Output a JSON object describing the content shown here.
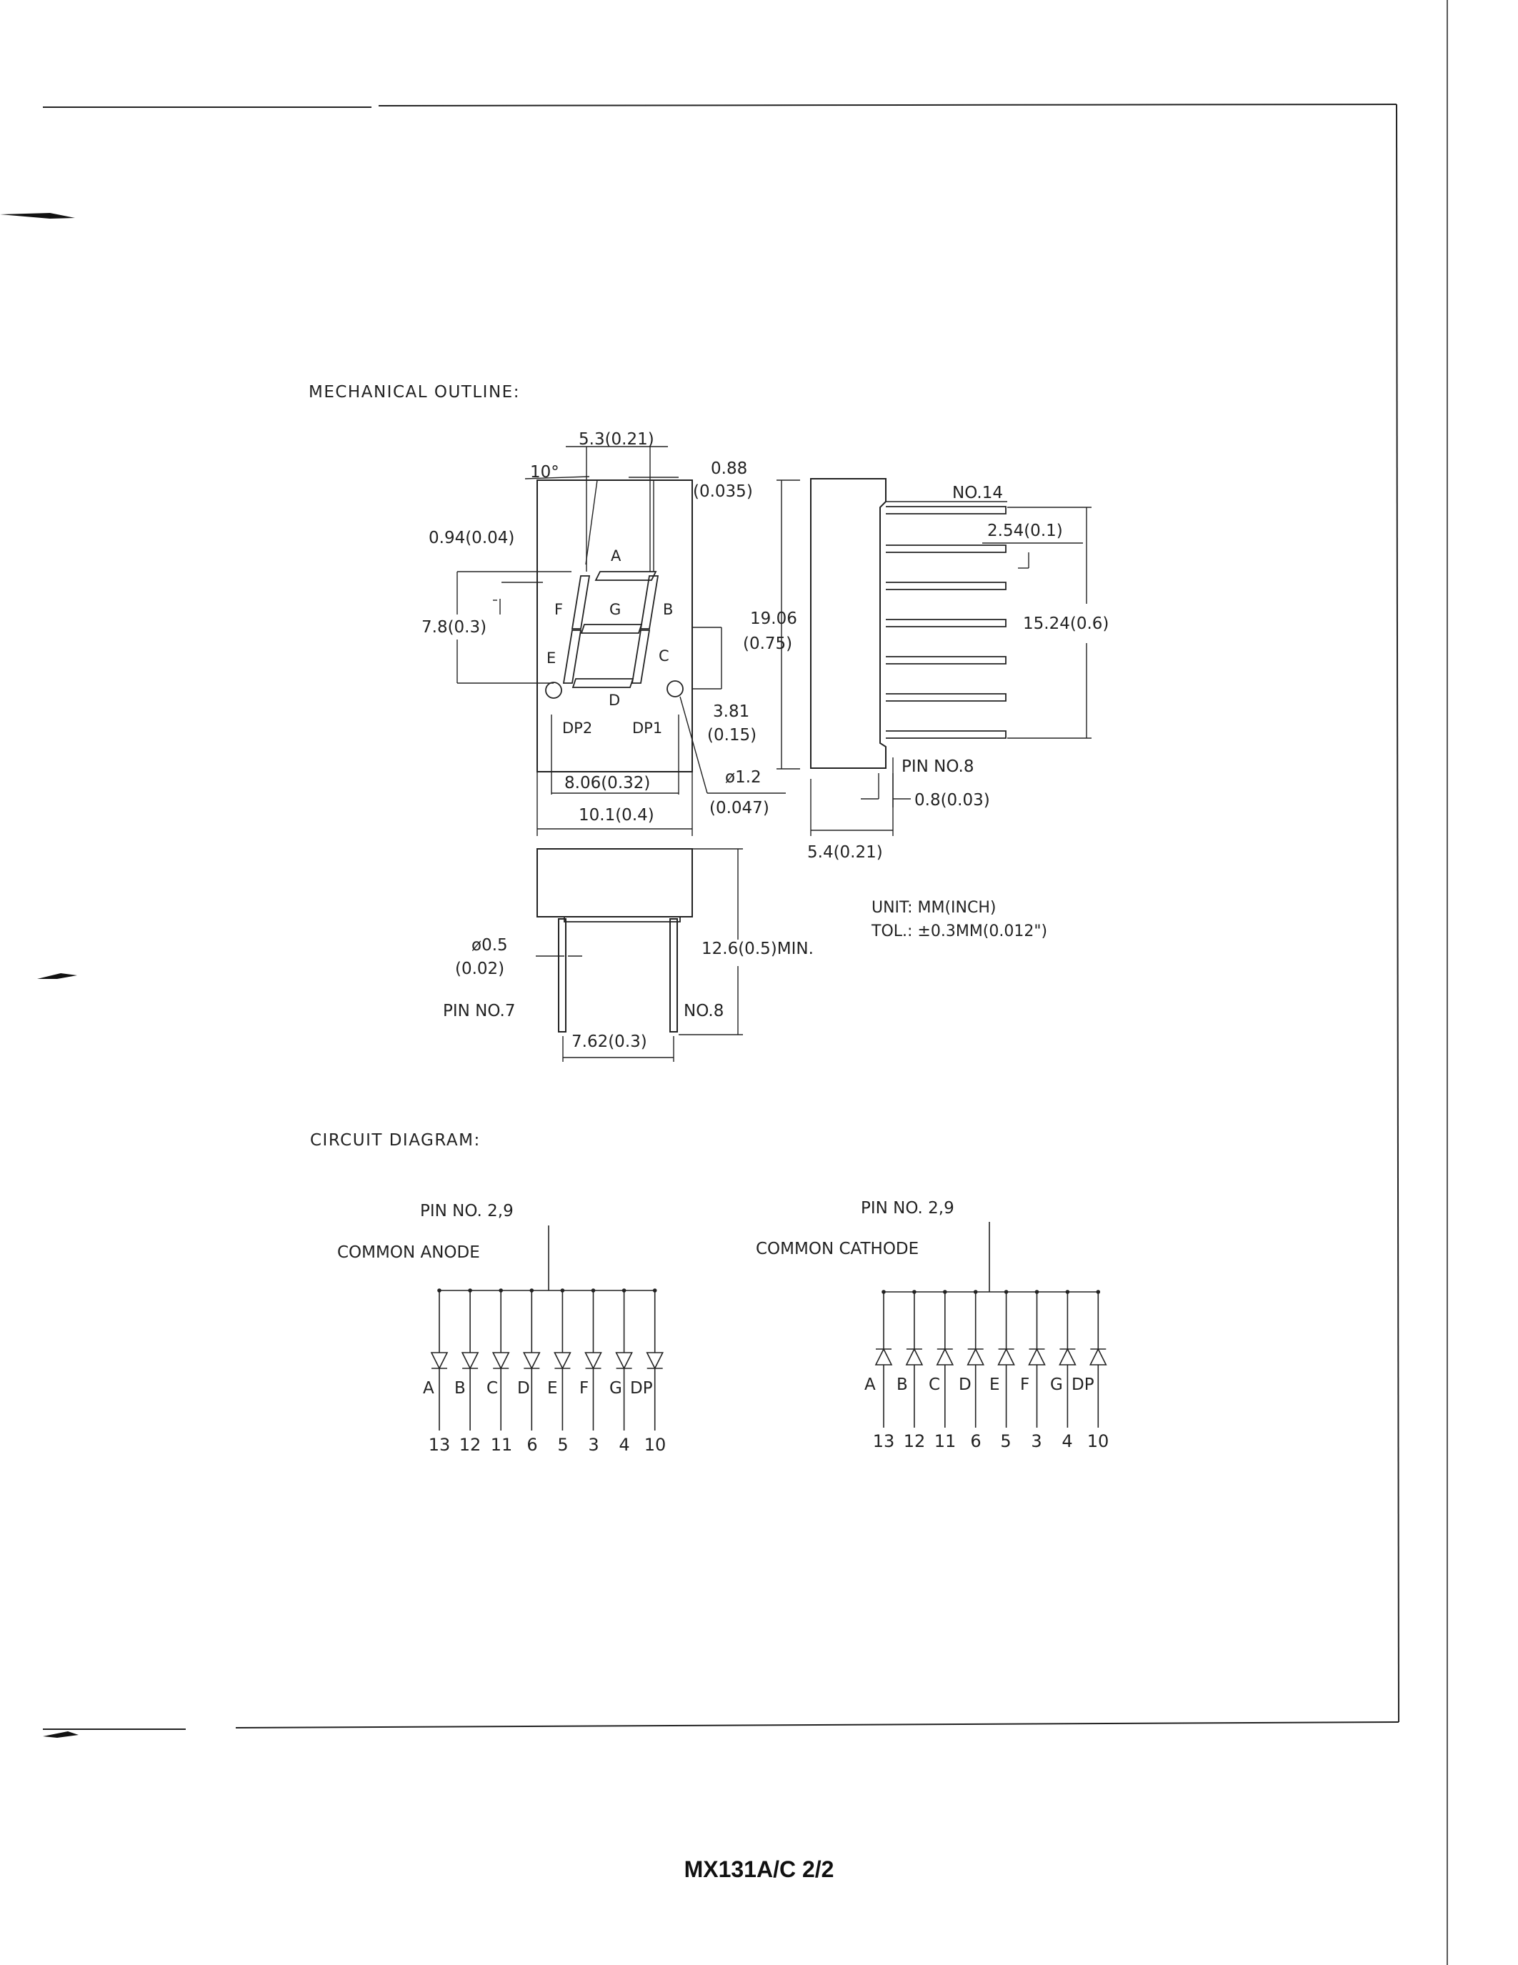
{
  "sections": {
    "mechanical": "MECHANICAL OUTLINE:",
    "circuit": "CIRCUIT DIAGRAM:"
  },
  "segment_labels": {
    "a": "A",
    "b": "B",
    "c": "C",
    "d": "D",
    "e": "E",
    "f": "F",
    "g": "G",
    "dp2": "DP2",
    "dp1": "DP1"
  },
  "dimensions": {
    "segment_width": "5.3(0.21)",
    "angle": "10°",
    "dp_gap_a": "0.88",
    "dp_gap_b": "(0.035)",
    "segment_stroke": "0.94(0.04)",
    "digit_height": "7.8(0.3)",
    "body_height_a": "19.06",
    "body_height_b": "(0.75)",
    "dp_offset_a": "3.81",
    "dp_offset_b": "(0.15)",
    "dp_dia_a": "ø1.2",
    "dp_dia_b": "(0.047)",
    "inner_width": "8.06(0.32)",
    "body_width": "10.1(0.4)",
    "pin_pitch": "2.54(0.1)",
    "pin_span": "15.24(0.6)",
    "lead_width": "0.8(0.03)",
    "depth": "5.4(0.21)",
    "pin_dia_a": "ø0.5",
    "pin_dia_b": "(0.02)",
    "pin_length": "12.6(0.5)MIN.",
    "row_spacing": "7.62(0.3)"
  },
  "pin_labels": {
    "no14": "NO.14",
    "pin8_side": "PIN NO.8",
    "pin7": "PIN NO.7",
    "no8": "NO.8"
  },
  "units": {
    "unit": "UNIT: MM(INCH)",
    "tol": "TOL.: ±0.3MM(0.012\")"
  },
  "common_anode": {
    "title": "COMMON ANODE",
    "pin": "PIN NO.  2,9",
    "segments": [
      "A",
      "B",
      "C",
      "D",
      "E",
      "F",
      "G",
      "DP"
    ],
    "pins": [
      "13",
      "12",
      "11",
      "6",
      "5",
      "3",
      "4",
      "10"
    ]
  },
  "common_cathode": {
    "title": "COMMON CATHODE",
    "pin": "PIN NO.  2,9",
    "segments": [
      "A",
      "B",
      "C",
      "D",
      "E",
      "F",
      "G",
      "DP"
    ],
    "pins": [
      "13",
      "12",
      "11",
      "6",
      "5",
      "3",
      "4",
      "10"
    ]
  },
  "footer": "MX131A/C  2/2"
}
